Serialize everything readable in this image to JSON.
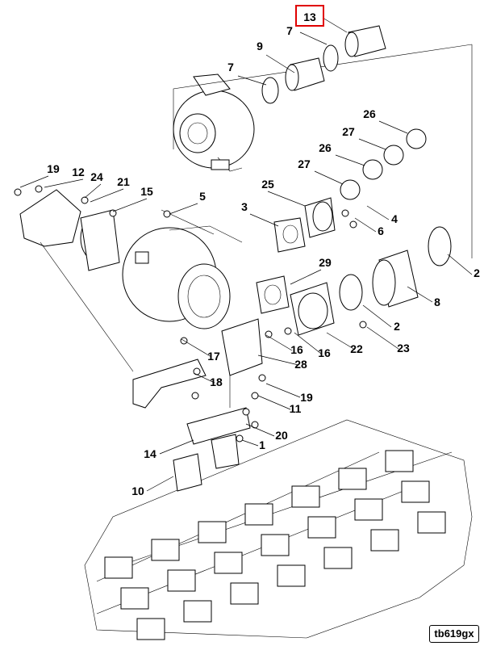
{
  "figure_id": "tb619gx",
  "highlighted_callout": "13",
  "callouts": [
    {
      "label": "13"
    },
    {
      "label": "7"
    },
    {
      "label": "9"
    },
    {
      "label": "7"
    },
    {
      "label": "26"
    },
    {
      "label": "27"
    },
    {
      "label": "26"
    },
    {
      "label": "27"
    },
    {
      "label": "19"
    },
    {
      "label": "12"
    },
    {
      "label": "24"
    },
    {
      "label": "21"
    },
    {
      "label": "15"
    },
    {
      "label": "5"
    },
    {
      "label": "25"
    },
    {
      "label": "3"
    },
    {
      "label": "4"
    },
    {
      "label": "6"
    },
    {
      "label": "2"
    },
    {
      "label": "29"
    },
    {
      "label": "8"
    },
    {
      "label": "2"
    },
    {
      "label": "17"
    },
    {
      "label": "16"
    },
    {
      "label": "16"
    },
    {
      "label": "22"
    },
    {
      "label": "23"
    },
    {
      "label": "28"
    },
    {
      "label": "18"
    },
    {
      "label": "19"
    },
    {
      "label": "11"
    },
    {
      "label": "20"
    },
    {
      "label": "1"
    },
    {
      "label": "14"
    },
    {
      "label": "10"
    }
  ],
  "colors": {
    "highlight": "#e00000",
    "line": "#000000",
    "background": "#ffffff"
  }
}
